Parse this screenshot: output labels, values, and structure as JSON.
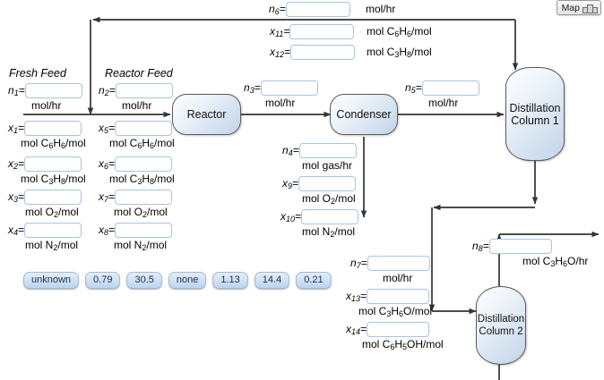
{
  "window": {
    "map_button_label": "Map",
    "map_button_icon": "map-bars-icon",
    "clipped_title": ""
  },
  "colors": {
    "input_border": "#a8c4e0",
    "vessel_fill_light": "#fdfefe",
    "vessel_fill_dark": "#c3d5e8",
    "vessel_stroke": "#5a5a5a",
    "pill_fill": "#cfe0f3",
    "pill_text": "#17324a",
    "line": "#333333"
  },
  "group_labels": {
    "fresh_feed": "Fresh Feed",
    "reactor_feed": "Reactor Feed"
  },
  "equipment": [
    {
      "id": "reactor",
      "name": "Reactor",
      "line1": "Reactor",
      "line2": ""
    },
    {
      "id": "condenser",
      "name": "Condenser",
      "line1": "Condenser",
      "line2": ""
    },
    {
      "id": "column1",
      "name": "Distillation Column 1",
      "line1": "Distillation",
      "line2": "Column 1"
    },
    {
      "id": "column2",
      "name": "Distillation Column 2",
      "line1": "Distillation",
      "line2": "Column 2"
    }
  ],
  "fields": [
    {
      "id": "n1",
      "label": "n",
      "sub": "1",
      "value": "",
      "unit": "mol/hr"
    },
    {
      "id": "x1",
      "label": "x",
      "sub": "1",
      "value": "",
      "unit": "mol C6H6/mol"
    },
    {
      "id": "x2",
      "label": "x",
      "sub": "2",
      "value": "",
      "unit": "mol C3H8/mol"
    },
    {
      "id": "x3",
      "label": "x",
      "sub": "3",
      "value": "",
      "unit": "mol O2/mol"
    },
    {
      "id": "x4",
      "label": "x",
      "sub": "4",
      "value": "",
      "unit": "mol N2/mol"
    },
    {
      "id": "n2",
      "label": "n",
      "sub": "2",
      "value": "",
      "unit": "mol/hr"
    },
    {
      "id": "x5",
      "label": "x",
      "sub": "5",
      "value": "",
      "unit": "mol C6H6/mol"
    },
    {
      "id": "x6",
      "label": "x",
      "sub": "6",
      "value": "",
      "unit": "mol C3H8/mol"
    },
    {
      "id": "x7",
      "label": "x",
      "sub": "7",
      "value": "",
      "unit": "mol O2/mol"
    },
    {
      "id": "x8",
      "label": "x",
      "sub": "8",
      "value": "",
      "unit": "mol N2/mol"
    },
    {
      "id": "n3",
      "label": "n",
      "sub": "3",
      "value": "",
      "unit": "mol/hr"
    },
    {
      "id": "n4",
      "label": "n",
      "sub": "4",
      "value": "",
      "unit": "mol gas/hr"
    },
    {
      "id": "x9",
      "label": "x",
      "sub": "9",
      "value": "",
      "unit": "mol O2/mol"
    },
    {
      "id": "x10",
      "label": "x",
      "sub": "10",
      "value": "",
      "unit": "mol N2/mol"
    },
    {
      "id": "n5",
      "label": "n",
      "sub": "5",
      "value": "",
      "unit": "mol/hr"
    },
    {
      "id": "n6",
      "label": "n",
      "sub": "6",
      "value": "",
      "unit": "mol/hr"
    },
    {
      "id": "x11",
      "label": "x",
      "sub": "11",
      "value": "",
      "unit": "mol C6H6/mol"
    },
    {
      "id": "x12",
      "label": "x",
      "sub": "12",
      "value": "",
      "unit": "mol C3H8/mol"
    },
    {
      "id": "n7",
      "label": "n",
      "sub": "7",
      "value": "",
      "unit": "mol/hr"
    },
    {
      "id": "x13",
      "label": "x",
      "sub": "13",
      "value": "",
      "unit": "mol C3H6O/mol"
    },
    {
      "id": "x14",
      "label": "x",
      "sub": "14",
      "value": "",
      "unit": "mol C6H5OH/mol"
    },
    {
      "id": "n8",
      "label": "n",
      "sub": "8",
      "value": "",
      "unit": "mol C3H6O/hr"
    }
  ],
  "tokens": [
    {
      "label": "unknown"
    },
    {
      "label": "0.79"
    },
    {
      "label": "30.5"
    },
    {
      "label": "none"
    },
    {
      "label": "1.13"
    },
    {
      "label": "14.4"
    },
    {
      "label": "0.21"
    }
  ]
}
